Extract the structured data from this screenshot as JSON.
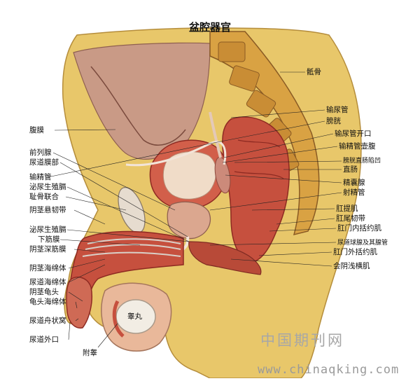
{
  "title": "盆腔器官",
  "labels": {
    "sacrum": "骶骨",
    "ureter": "输尿管",
    "bladder": "膀胱",
    "ureter_orifice": "输尿管开口",
    "ampulla_deferens": "输精管壶腹",
    "rectovesical_pouch": "膀胱直肠陷凹",
    "rectum": "直肠",
    "seminal_vesicle": "精囊腺",
    "ejaculatory_duct": "射精管",
    "levator_ani": "肛提肌",
    "anococcygeal_ligament": "肛尾韧带",
    "internal_anal_sphincter": "肛门内括约肌",
    "bulbourethral_gland": "尿道球腺及其腺管",
    "external_anal_sphincter": "肛门外括约肌",
    "superficial_transverse_perineal": "会阴浅横肌",
    "peritoneum": "腹膜",
    "prostate": "前列腺",
    "prostatic_urethra": "尿道膜部",
    "vas_deferens": "输精管",
    "urogenital_diaphragm_upper": "泌尿生殖膈",
    "pubic_symphysis": "耻骨联合",
    "suspensory_ligament": "阴茎悬韧带",
    "urogenital_diaphragm_lower": "泌尿生殖膈",
    "inferior_fascia": "下筋膜",
    "deep_penile_fascia": "阴茎深筋膜",
    "corpus_cavernosum": "阴茎海绵体",
    "corpus_spongiosum": "尿道海绵体",
    "glans": "阴茎龟头",
    "glans_spongiosum": "龟头海绵体",
    "navicular_fossa": "尿道舟状窝",
    "external_urethral_orifice": "尿道外口",
    "epididymis": "附睾",
    "testis": "睾丸"
  },
  "watermark": {
    "cn": "中国期刊网",
    "url": "www.chinaqking.com"
  },
  "colors": {
    "fat": "#e8c76a",
    "bone": "#d9a243",
    "bone_dark": "#8a5b24",
    "muscle": "#c6503e",
    "muscle_dark": "#8e2a22",
    "fascia": "#d9d0c8",
    "skin": "#e9b89a",
    "lumen": "#f0dcc8",
    "gland": "#cc8a7a"
  }
}
